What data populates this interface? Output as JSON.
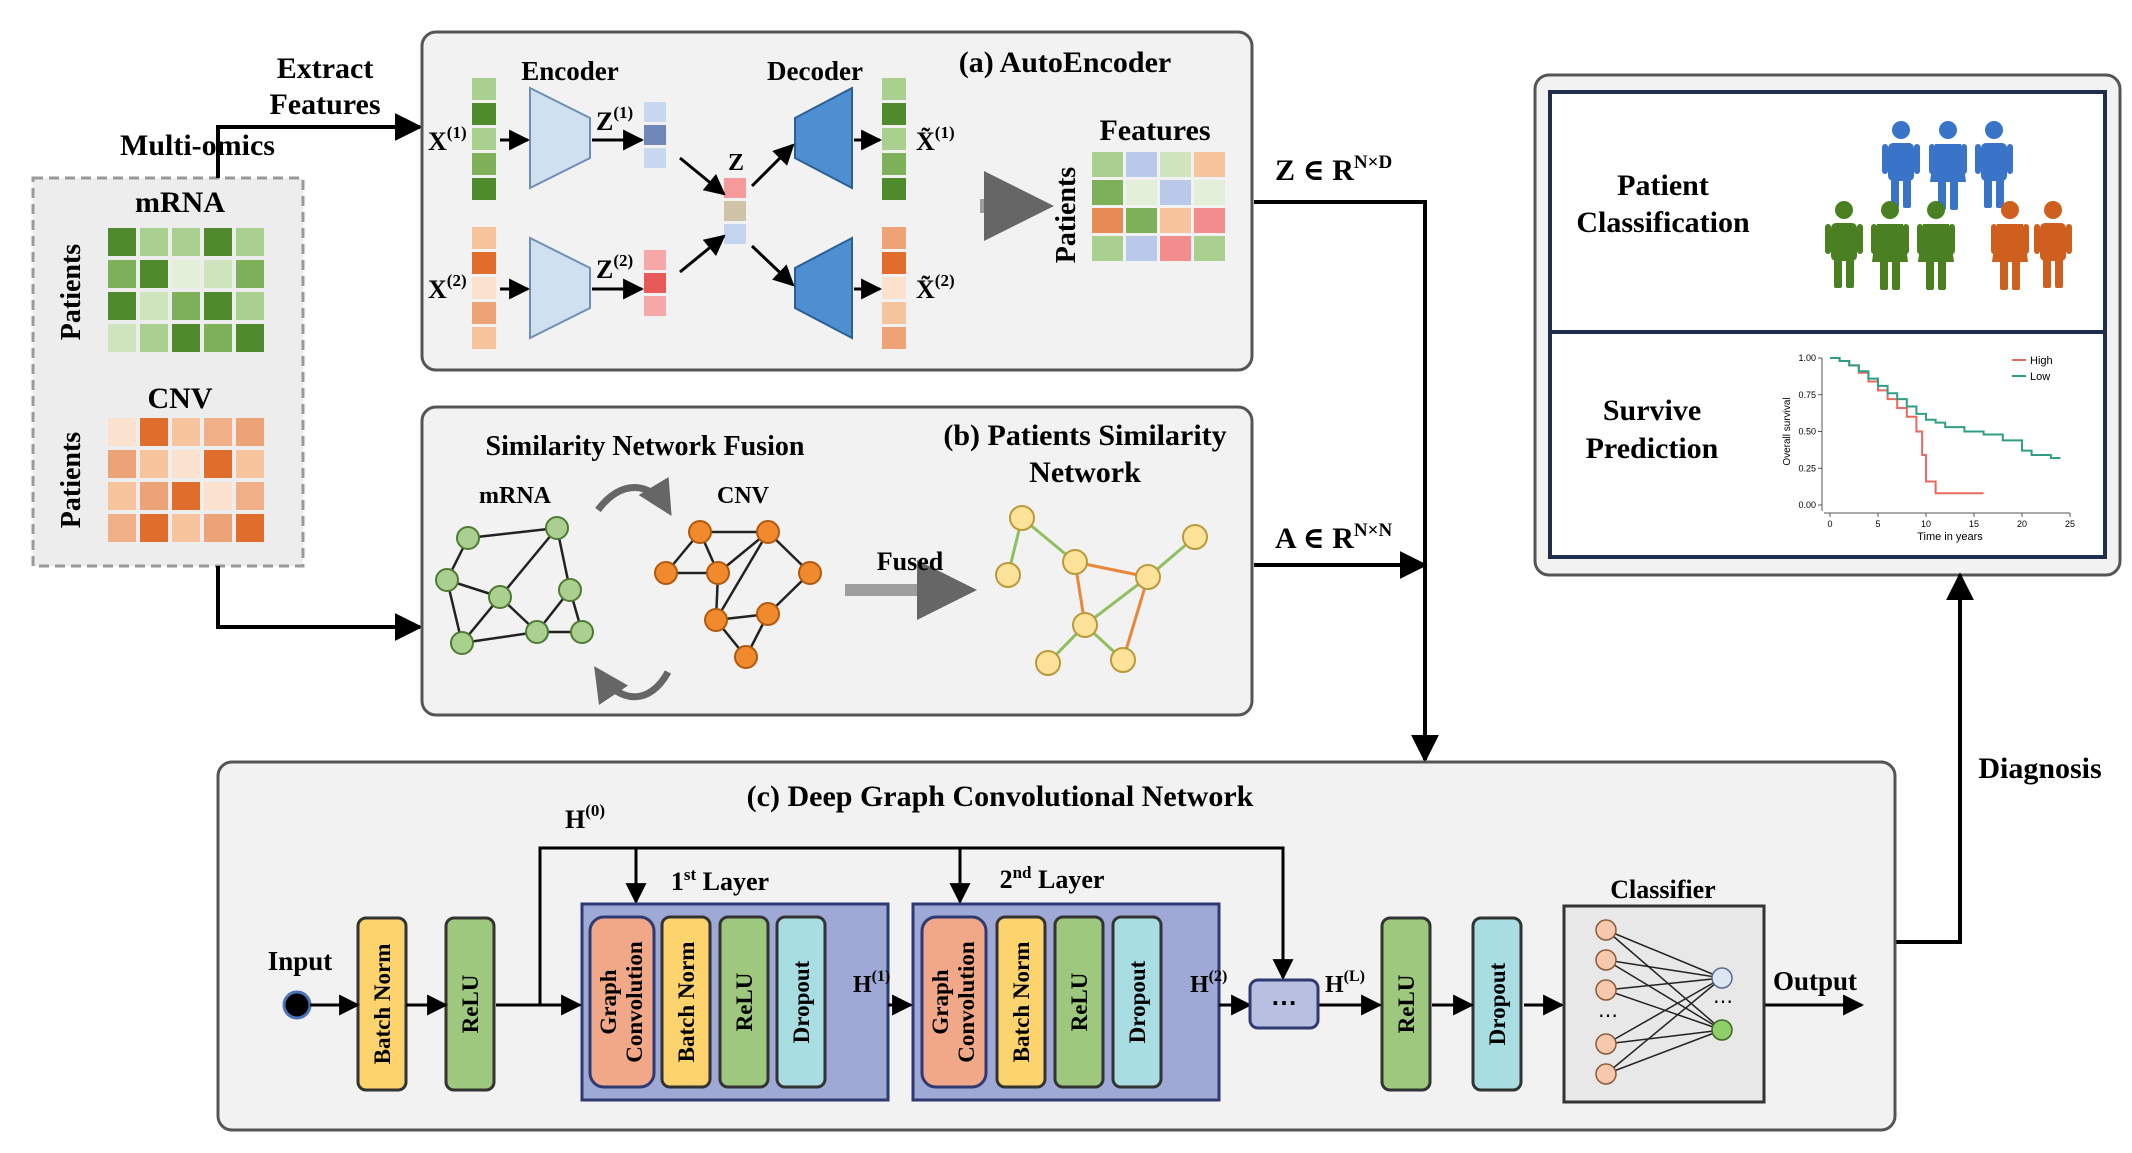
{
  "multiomics": {
    "title": "Multi-omics",
    "mrna_label": "mRNA",
    "cnv_label": "CNV",
    "patients_label": "Patients"
  },
  "extract": {
    "line1": "Extract",
    "line2": "Features"
  },
  "autoencoder": {
    "title": "(a) AutoEncoder",
    "encoder": "Encoder",
    "decoder": "Decoder",
    "x1": "X",
    "x1_sup": "(1)",
    "x2": "X",
    "x2_sup": "(2)",
    "z1": "Z",
    "z1_sup": "(1)",
    "z2": "Z",
    "z2_sup": "(2)",
    "z": "Z",
    "xt1": "X̃",
    "xt1_sup": "(1)",
    "xt2": "X̃",
    "xt2_sup": "(2)",
    "features": "Features",
    "patients": "Patients"
  },
  "z_output": {
    "text": "Z ∈ R",
    "sup": "N×D"
  },
  "a_output": {
    "text": "A ∈ R",
    "sup": "N×N"
  },
  "similarity": {
    "title_line1": "(b) Patients Similarity",
    "title_line2": "Network",
    "snf": "Similarity Network Fusion",
    "mrna": "mRNA",
    "cnv": "CNV",
    "fused": "Fused"
  },
  "gcn": {
    "title": "(c) Deep Graph Convolutional Network",
    "input": "Input",
    "batch_norm": "Batch Norm",
    "relu": "ReLU",
    "graph_conv_1": "Graph",
    "graph_conv_2": "Convolution",
    "dropout": "Dropout",
    "layer1": "1",
    "layer1_sup": "st",
    "layer1_rest": " Layer",
    "layer2": "2",
    "layer2_sup": "nd",
    "layer2_rest": " Layer",
    "h0": "H",
    "h0_sup": "(0)",
    "h1": "H",
    "h1_sup": "(1)",
    "h2": "H",
    "h2_sup": "(2)",
    "hl": "H",
    "hl_sup": "(L)",
    "ellipsis": "⋯",
    "classifier": "Classifier",
    "output": "Output"
  },
  "diagnosis": "Diagnosis",
  "right_panel": {
    "classification_line1": "Patient",
    "classification_line2": "Classification",
    "survive_line1": "Survive",
    "survive_line2": "Prediction"
  },
  "chart_data": {
    "type": "line",
    "ylabel": "Overall survival",
    "xlabel": "Time in years",
    "x_ticks": [
      "0",
      "5",
      "10",
      "15",
      "20",
      "25"
    ],
    "y_ticks": [
      "0.00",
      "0.25",
      "0.50",
      "0.75",
      "1.00"
    ],
    "xlim": [
      0,
      25
    ],
    "ylim": [
      0,
      1
    ],
    "legend_position": "top-right",
    "series": [
      {
        "name": "High",
        "color": "#e8695d",
        "x": [
          0,
          1,
          2,
          3,
          4,
          5,
          6,
          7,
          8,
          9,
          9.6,
          10,
          11,
          13,
          16
        ],
        "y": [
          1.0,
          0.98,
          0.95,
          0.9,
          0.84,
          0.78,
          0.72,
          0.66,
          0.6,
          0.5,
          0.34,
          0.16,
          0.08,
          0.08,
          0.08
        ]
      },
      {
        "name": "Low",
        "color": "#2f9e85",
        "x": [
          0,
          1,
          2,
          3,
          4,
          5,
          6,
          7,
          8,
          9,
          10,
          11,
          12,
          14,
          16,
          18,
          20,
          21,
          23,
          24
        ],
        "y": [
          1.0,
          0.98,
          0.95,
          0.91,
          0.86,
          0.81,
          0.76,
          0.72,
          0.67,
          0.62,
          0.58,
          0.56,
          0.53,
          0.5,
          0.48,
          0.44,
          0.37,
          0.34,
          0.32,
          0.32
        ]
      }
    ]
  },
  "colors": {
    "green_dark": "#4f8a2c",
    "green_light": "#a9d08e",
    "orange_dark": "#e06d2c",
    "orange_light": "#f6c49d",
    "blue_icon": "#3a74c8",
    "green_icon": "#4a7f22",
    "orange_icon": "#cf5f1f",
    "batch_norm": "#fdd36e",
    "relu": "#9dc87e",
    "dropout": "#a8dde2",
    "graph_conv": "#f0a889",
    "layer_box": "#9ea9d6"
  }
}
